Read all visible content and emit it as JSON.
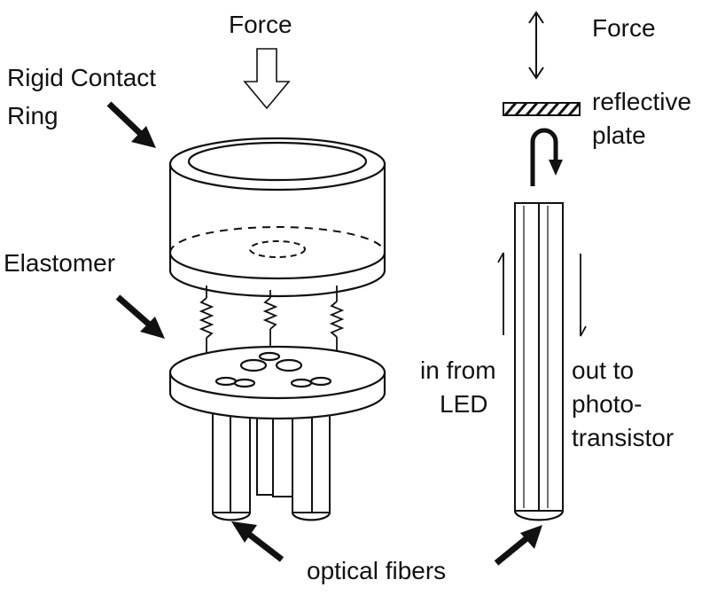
{
  "labels": {
    "force_left": "Force",
    "force_right": "Force",
    "rigid_line1": "Rigid Contact",
    "rigid_line2": "Ring",
    "elastomer": "Elastomer",
    "reflective_line1": "reflective",
    "reflective_line2": "plate",
    "in_line1": "in from",
    "in_line2": "LED",
    "out_line1": "out to",
    "out_line2": "photo-",
    "out_line3": "transistor",
    "optical_fibers": "optical fibers"
  },
  "colors": {
    "ink": "#111111",
    "paper": "#ffffff"
  }
}
